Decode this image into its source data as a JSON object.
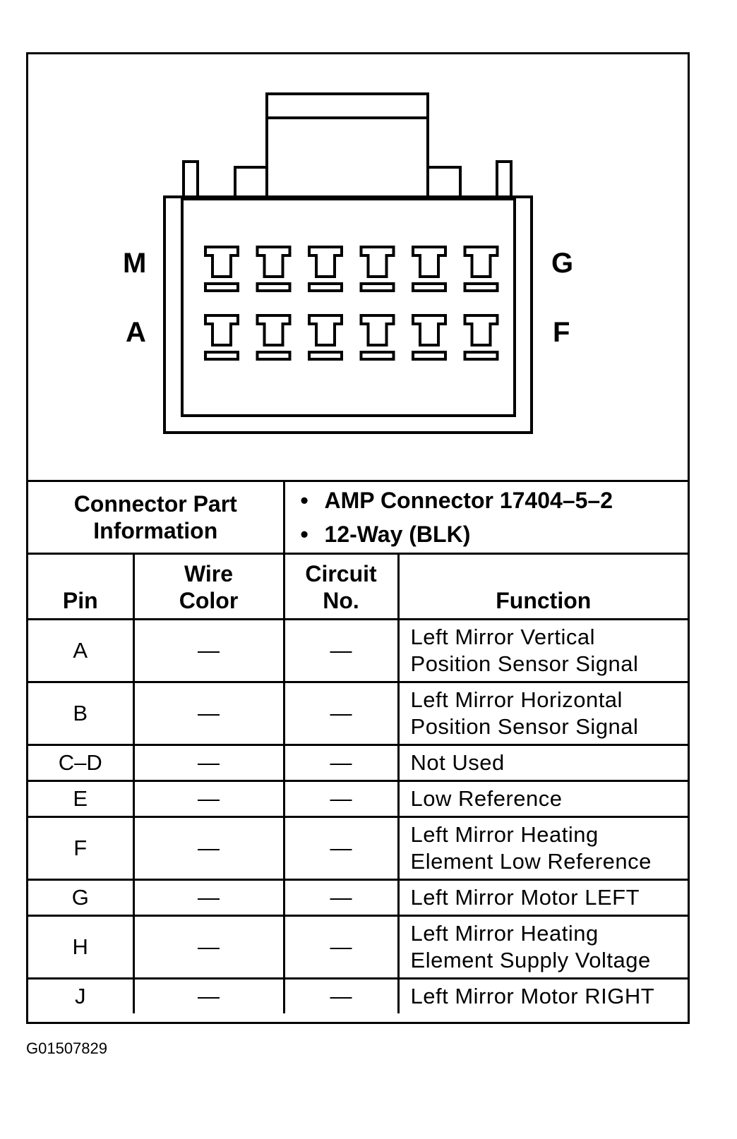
{
  "diagram": {
    "labels": {
      "top_left": "M",
      "bottom_left": "A",
      "top_right": "G",
      "bottom_right": "F"
    },
    "terminal_rows": 2,
    "terminals_per_row": 6
  },
  "connector_info": {
    "label_line1": "Connector Part",
    "label_line2": "Information",
    "items": [
      "AMP Connector 17404–5–2",
      "12-Way (BLK)"
    ]
  },
  "table": {
    "headers": {
      "pin": "Pin",
      "wire_color_line1": "Wire",
      "wire_color_line2": "Color",
      "circuit_line1": "Circuit",
      "circuit_line2": "No.",
      "function": "Function"
    },
    "rows": [
      {
        "pin": "A",
        "wire": "—",
        "circuit": "—",
        "function": [
          "Left Mirror Vertical",
          "Position Sensor Signal"
        ]
      },
      {
        "pin": "B",
        "wire": "—",
        "circuit": "—",
        "function": [
          "Left Mirror Horizontal",
          "Position Sensor Signal"
        ]
      },
      {
        "pin": "C–D",
        "wire": "—",
        "circuit": "—",
        "function": [
          "Not Used"
        ]
      },
      {
        "pin": "E",
        "wire": "—",
        "circuit": "—",
        "function": [
          "Low Reference"
        ]
      },
      {
        "pin": "F",
        "wire": "—",
        "circuit": "—",
        "function": [
          "Left Mirror Heating",
          "Element Low Reference"
        ]
      },
      {
        "pin": "G",
        "wire": "—",
        "circuit": "—",
        "function": [
          "Left Mirror Motor LEFT"
        ]
      },
      {
        "pin": "H",
        "wire": "—",
        "circuit": "—",
        "function": [
          "Left Mirror Heating",
          "Element Supply Voltage"
        ]
      },
      {
        "pin": "J",
        "wire": "—",
        "circuit": "—",
        "function": [
          "Left Mirror Motor RIGHT"
        ]
      }
    ]
  },
  "figure_id": "G01507829"
}
